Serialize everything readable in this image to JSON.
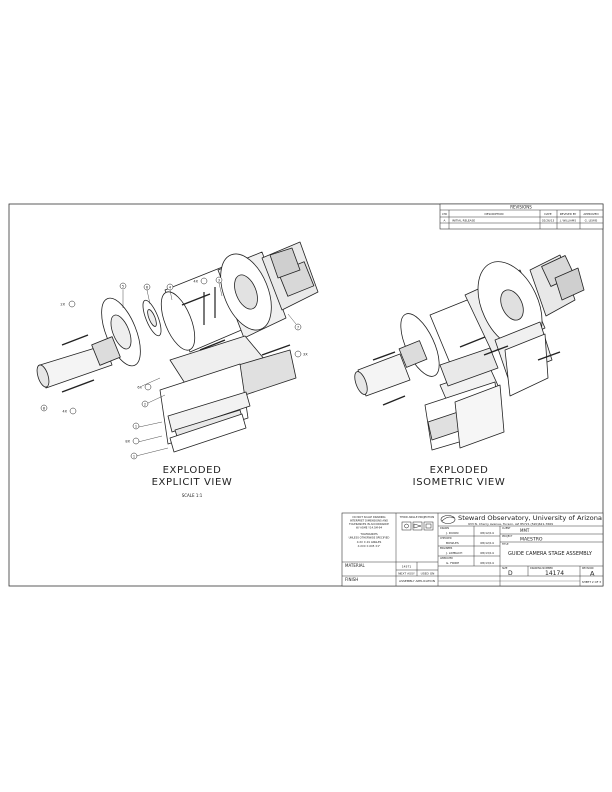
{
  "revisions": {
    "title": "REVISIONS",
    "headers": [
      "LTR",
      "DESCRIPTION",
      "DATE",
      "REVISED BY",
      "APPROVED"
    ],
    "row": [
      "A",
      "INITIAL RELEASE",
      "02/26/13",
      "J. WILLIAMS",
      "G. LEWIS"
    ]
  },
  "views": {
    "explicit_line1": "EXPLODED",
    "explicit_line2": "EXPLICIT VIEW",
    "scale": "SCALE 1:1",
    "iso_line1": "EXPLODED",
    "iso_line2": "ISOMETRIC VIEW"
  },
  "balloons": [
    "5",
    "6",
    "4",
    "3",
    "2X",
    "4X",
    "7",
    "6X",
    "2",
    "1",
    "8",
    "8X",
    "4X",
    "1",
    "3X"
  ],
  "title_block": {
    "org": "Steward Observatory, University of Arizona",
    "address": "933 N. Cherry Avenue, Tucson, AZ 85721 (520)621-7669",
    "notice_lines": [
      "DO NOT SCALE DRAWING",
      "INTERPRET DIMENSIONS AND",
      "TOLERANCES IN ACCORDANCE",
      "W/ ASME Y14.5M-94"
    ],
    "tolerance_lines": [
      "TOLERANCES",
      "UNLESS OTHERWISE SPECIFIED",
      "X.XX ±.01    ANGLES",
      "X.XXX ±.005      ±1°"
    ],
    "third_angle": "THIRD ANGLE PROJECTION",
    "material_label": "MATERIAL",
    "finish_label": "FINISH",
    "next_assy_value": "14371",
    "next_assy_label": "NEXT ASSY",
    "used_on_label": "USED ON",
    "application_label": "ASSEMBLY APPLICATION",
    "roles": [
      "DRAWN",
      "CHECKED",
      "ENGINEER",
      "APPROVED"
    ],
    "names": [
      "J. DIXON",
      "BOWLES",
      "J. LIMBACH",
      "G. FRIDE"
    ],
    "dates": [
      "08/12/14",
      "08/12/14",
      "08/13/14",
      "08/13/14"
    ],
    "client_label": "CLIENT",
    "client": "MMT",
    "project_label": "PROJECT",
    "project": "MAESTRO",
    "title_label": "TITLE",
    "title": "GUIDE CAMERA STAGE ASSEMBLY",
    "size_label": "SIZE",
    "size": "D",
    "dwg_label": "DRAWING NUMBER",
    "dwg": "14174",
    "rev_label": "REVISION",
    "rev": "A",
    "sheet": "SHEET 2 OF 3"
  }
}
